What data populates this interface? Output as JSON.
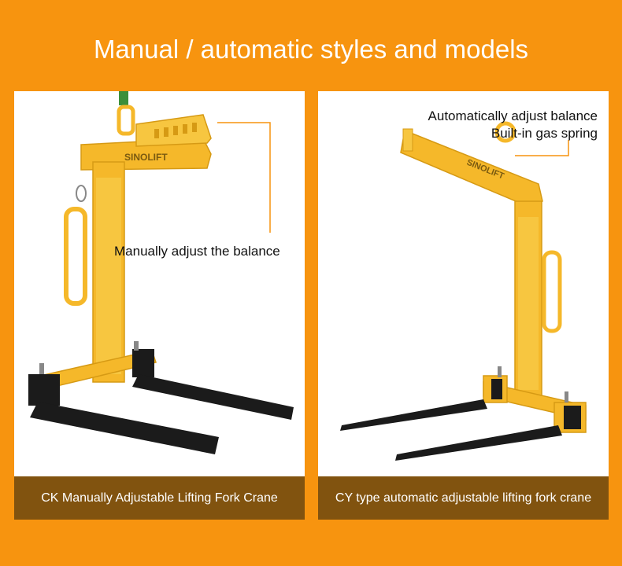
{
  "header": {
    "title": "Manual / automatic styles and models"
  },
  "left_panel": {
    "brand": "SINOLIFT",
    "annotation": "Manually adjust the balance",
    "caption": "CK Manually Adjustable Lifting Fork Crane"
  },
  "right_panel": {
    "brand": "SINOLIFT",
    "annotation_line1": "Automatically adjust balance",
    "annotation_line2": "Built-in gas spring",
    "caption": "CY type automatic adjustable lifting fork crane"
  },
  "colors": {
    "background": "#f7940f",
    "caption_bar": "#81530f",
    "crane_yellow": "#f5b82a",
    "fork_black": "#1b1b1b"
  }
}
